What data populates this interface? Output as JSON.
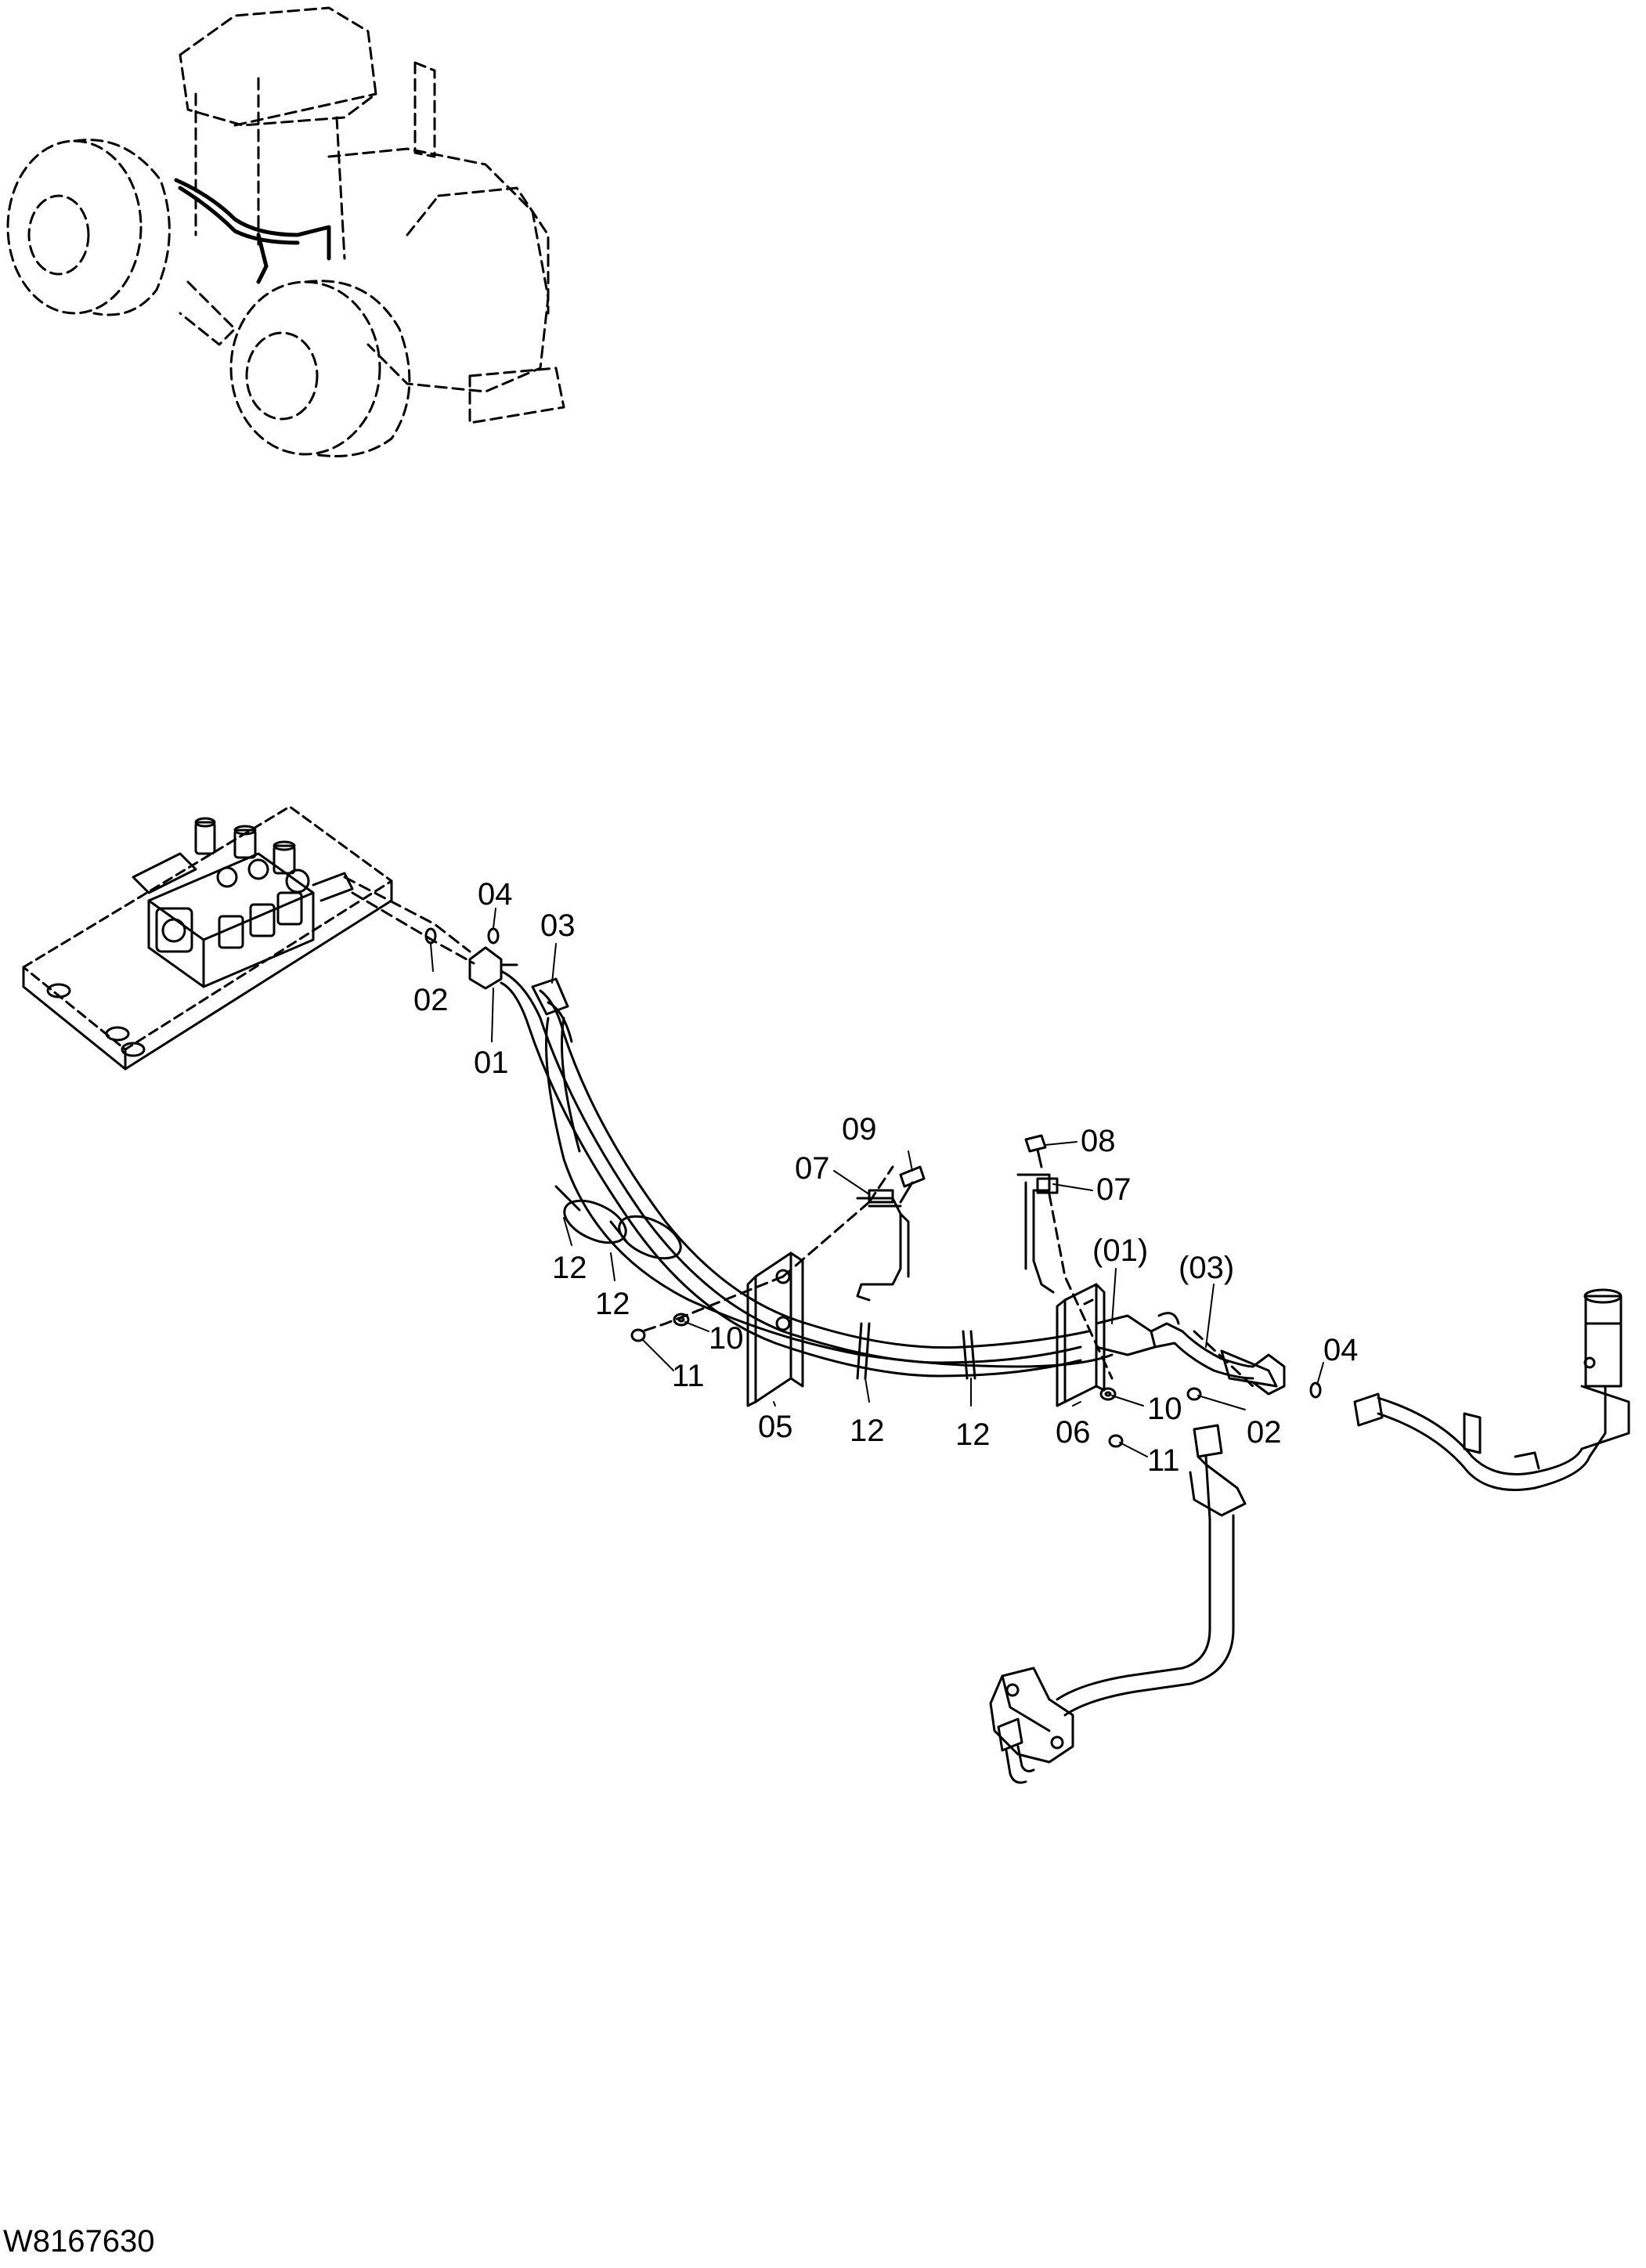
{
  "drawing_ref": "W8167630",
  "colors": {
    "line": "#000000",
    "background": "#ffffff"
  },
  "part_labels": [
    {
      "id": "lbl-04-top",
      "text": "04"
    },
    {
      "id": "lbl-03-top",
      "text": "03"
    },
    {
      "id": "lbl-02-left",
      "text": "02"
    },
    {
      "id": "lbl-01",
      "text": "01"
    },
    {
      "id": "lbl-09",
      "text": "09"
    },
    {
      "id": "lbl-07-left",
      "text": "07"
    },
    {
      "id": "lbl-08",
      "text": "08"
    },
    {
      "id": "lbl-07-right",
      "text": "07"
    },
    {
      "id": "lbl-01-paren",
      "text": "(01)"
    },
    {
      "id": "lbl-03-paren",
      "text": "(03)"
    },
    {
      "id": "lbl-12-a",
      "text": "12"
    },
    {
      "id": "lbl-12-b",
      "text": "12"
    },
    {
      "id": "lbl-10-left",
      "text": "10"
    },
    {
      "id": "lbl-11-left",
      "text": "11"
    },
    {
      "id": "lbl-05",
      "text": "05"
    },
    {
      "id": "lbl-12-c",
      "text": "12"
    },
    {
      "id": "lbl-12-d",
      "text": "12"
    },
    {
      "id": "lbl-06",
      "text": "06"
    },
    {
      "id": "lbl-10-right",
      "text": "10"
    },
    {
      "id": "lbl-02-right",
      "text": "02"
    },
    {
      "id": "lbl-11-right",
      "text": "11"
    },
    {
      "id": "lbl-04-right",
      "text": "04"
    }
  ]
}
